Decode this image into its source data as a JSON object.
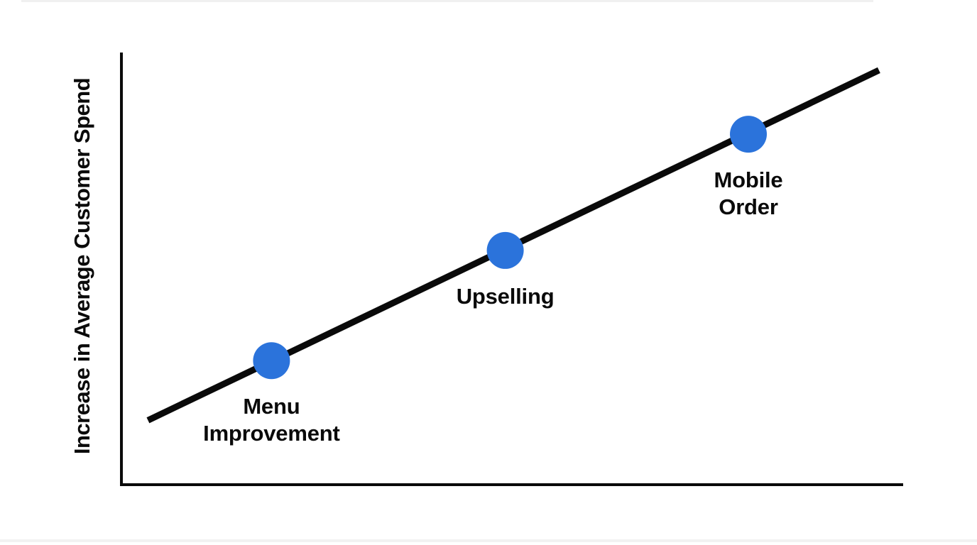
{
  "page": {
    "background": "#ffffff"
  },
  "chart_data": {
    "type": "line",
    "title": "",
    "xlabel": "",
    "ylabel": "Increase in Average Customer Spend",
    "grid": false,
    "legend": "none",
    "xlim": [
      0,
      100
    ],
    "ylim": [
      0,
      100
    ],
    "axis_color": "#0a0a0a",
    "line_color": "#0a0a0a",
    "point_color": "#2b73db",
    "trend_line": {
      "x1": 3.4,
      "y1": 14.9,
      "x2": 96.9,
      "y2": 95.9
    },
    "points": [
      {
        "label": "Menu\nImprovement",
        "x": 19.2,
        "y": 28.7
      },
      {
        "label": "Upselling",
        "x": 49.1,
        "y": 54.2
      },
      {
        "label": "Mobile\nOrder",
        "x": 80.2,
        "y": 81.1
      }
    ]
  }
}
